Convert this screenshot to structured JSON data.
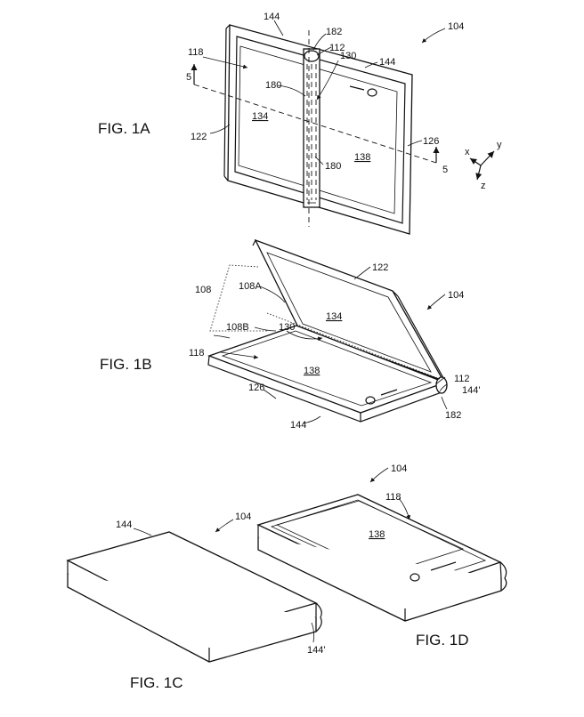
{
  "figures": {
    "fig1a": "FIG. 1A",
    "fig1b": "FIG. 1B",
    "fig1c": "FIG. 1C",
    "fig1d": "FIG. 1D"
  },
  "labels_1a": {
    "device": "104",
    "top_edge": "144",
    "top_edge_right": "144",
    "seam": "182",
    "hinge": "112",
    "display": "118",
    "hinge_region": "130",
    "section_left": "5",
    "section_right": "5",
    "sensor_top": "180",
    "sensor_bottom": "180",
    "left_screen": "134",
    "right_screen": "138",
    "left_housing": "122",
    "right_housing": "126"
  },
  "axes": {
    "x": "x",
    "y": "y",
    "z": "z"
  },
  "labels_1b": {
    "device": "104",
    "top_housing": "122",
    "fold_group": "108",
    "fold_a": "108A",
    "fold_b": "108B",
    "hinge_region": "130",
    "upper_screen": "134",
    "display": "118",
    "lower_screen": "138",
    "hinge": "112",
    "edge_prime": "144'",
    "seam": "182",
    "housing": "126",
    "edge": "144"
  },
  "labels_1c": {
    "device": "104",
    "edge": "144",
    "edge_prime": "144'"
  },
  "labels_1d": {
    "device": "104",
    "display": "118",
    "screen": "138"
  }
}
